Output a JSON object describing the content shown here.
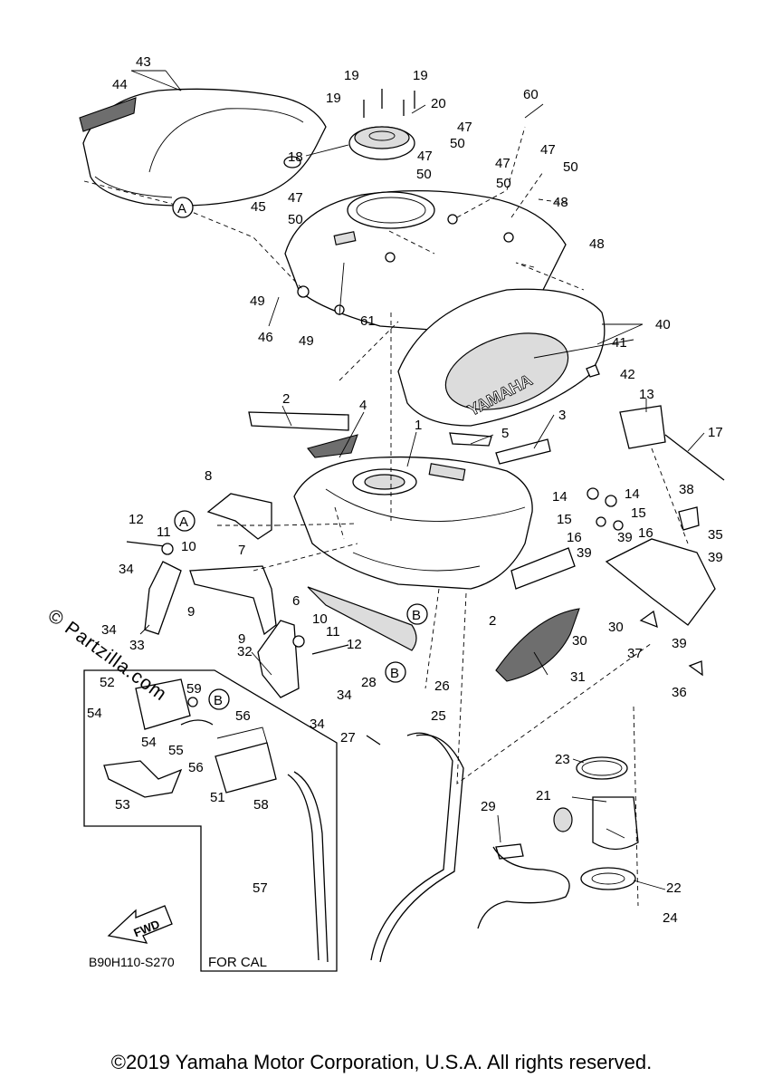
{
  "diagram": {
    "part_numbers": [
      "1",
      "2",
      "2",
      "3",
      "4",
      "5",
      "6",
      "7",
      "8",
      "9",
      "9",
      "10",
      "10",
      "11",
      "11",
      "12",
      "12",
      "13",
      "14",
      "14",
      "15",
      "15",
      "16",
      "16",
      "17",
      "18",
      "19",
      "19",
      "19",
      "20",
      "21",
      "22",
      "23",
      "24",
      "25",
      "26",
      "27",
      "28",
      "29",
      "30",
      "30",
      "31",
      "32",
      "33",
      "34",
      "34",
      "34",
      "34",
      "35",
      "36",
      "37",
      "38",
      "39",
      "39",
      "39",
      "39",
      "40",
      "41",
      "42",
      "43",
      "44",
      "45",
      "46",
      "47",
      "47",
      "47",
      "47",
      "47",
      "48",
      "48",
      "49",
      "49",
      "50",
      "50",
      "50",
      "50",
      "50",
      "51",
      "52",
      "53",
      "54",
      "54",
      "55",
      "56",
      "56",
      "57",
      "58",
      "59",
      "60",
      "61"
    ],
    "reference_letters": [
      "A",
      "A",
      "B",
      "B",
      "B"
    ],
    "tank_brand_text": "YAMAHA",
    "fwd_arrow_label": "FWD",
    "diagram_code": "B90H110-S270",
    "inset_label": "FOR CAL"
  },
  "watermark": "© Partzilla.com",
  "copyright": "©2019 Yamaha Motor Corporation, U.S.A. All rights reserved."
}
